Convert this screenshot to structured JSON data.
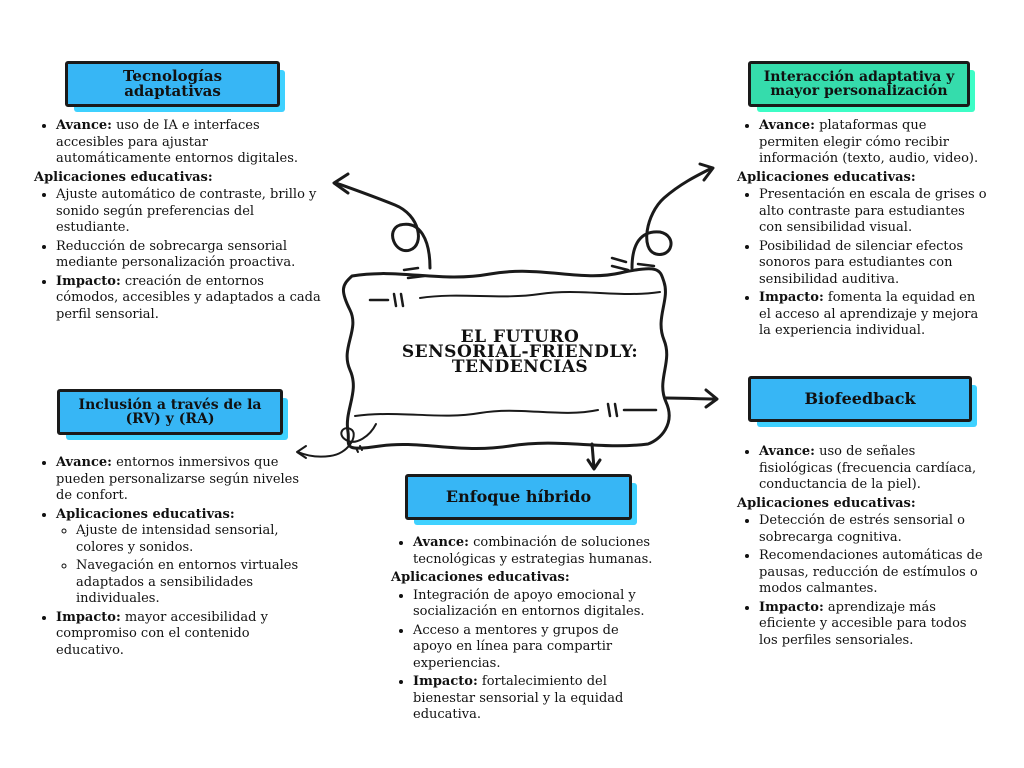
{
  "center": {
    "line1": "EL FUTURO",
    "line2": "SENSORIAL-FRIENDLY:",
    "line3": "TENDENCIAS"
  },
  "sections": {
    "tecnologias": {
      "title": "Tecnologías adaptativas",
      "avance_label": "Avance:",
      "avance_text": " uso de IA e interfaces accesibles para ajustar automáticamente entornos digitales.",
      "aplicaciones_label": "Aplicaciones educativas:",
      "items": [
        "Ajuste automático de contraste, brillo y sonido según preferencias del estudiante.",
        "Reducción de sobrecarga sensorial mediante personalización proactiva."
      ],
      "impacto_label": "Impacto:",
      "impacto_text": " creación de entornos cómodos, accesibles y adaptados a cada perfil sensorial."
    },
    "interaccion": {
      "title": "Interacción adaptativa y mayor personalización",
      "avance_label": "Avance:",
      "avance_text": " plataformas que permiten elegir cómo recibir información (texto, audio, video).",
      "aplicaciones_label": "Aplicaciones educativas:",
      "items": [
        "Presentación en escala de grises o alto contraste para estudiantes con sensibilidad visual.",
        "Posibilidad de silenciar efectos sonoros para estudiantes con sensibilidad auditiva."
      ],
      "impacto_label": "Impacto:",
      "impacto_text": " fomenta la equidad en el acceso al aprendizaje y mejora la experiencia individual."
    },
    "inclusion": {
      "title": "Inclusión a través de la (RV) y (RA)",
      "avance_label": "Avance:",
      "avance_text": " entornos inmersivos que pueden personalizarse según niveles de confort.",
      "aplicaciones_label": "Aplicaciones educativas:",
      "items": [
        "Ajuste de intensidad sensorial, colores y sonidos.",
        "Navegación en entornos virtuales adaptados a sensibilidades individuales."
      ],
      "impacto_label": "Impacto:",
      "impacto_text": " mayor accesibilidad y compromiso con el contenido educativo."
    },
    "biofeedback": {
      "title": "Biofeedback",
      "avance_label": "Avance:",
      "avance_text": " uso de señales fisiológicas (frecuencia cardíaca, conductancia de la piel).",
      "aplicaciones_label": "Aplicaciones educativas:",
      "items": [
        "Detección de estrés sensorial o sobrecarga cognitiva.",
        "Recomendaciones automáticas de pausas, reducción de estímulos o modos calmantes."
      ],
      "impacto_label": "Impacto:",
      "impacto_text": " aprendizaje más eficiente y accesible para todos los perfiles sensoriales."
    },
    "hibrido": {
      "title": "Enfoque híbrido",
      "avance_label": "Avance:",
      "avance_text": " combinación de soluciones tecnológicas y estrategias humanas.",
      "aplicaciones_label": "Aplicaciones educativas:",
      "items": [
        "Integración de apoyo emocional y socialización en entornos digitales.",
        "Acceso a mentores y grupos de apoyo en línea para compartir experiencias."
      ],
      "impacto_label": "Impacto:",
      "impacto_text": " fortalecimiento del bienestar sensorial y la equidad educativa."
    }
  },
  "colors": {
    "blue": "#37b6f5",
    "teal": "#35dcac",
    "ink": "#1a1a1a"
  }
}
